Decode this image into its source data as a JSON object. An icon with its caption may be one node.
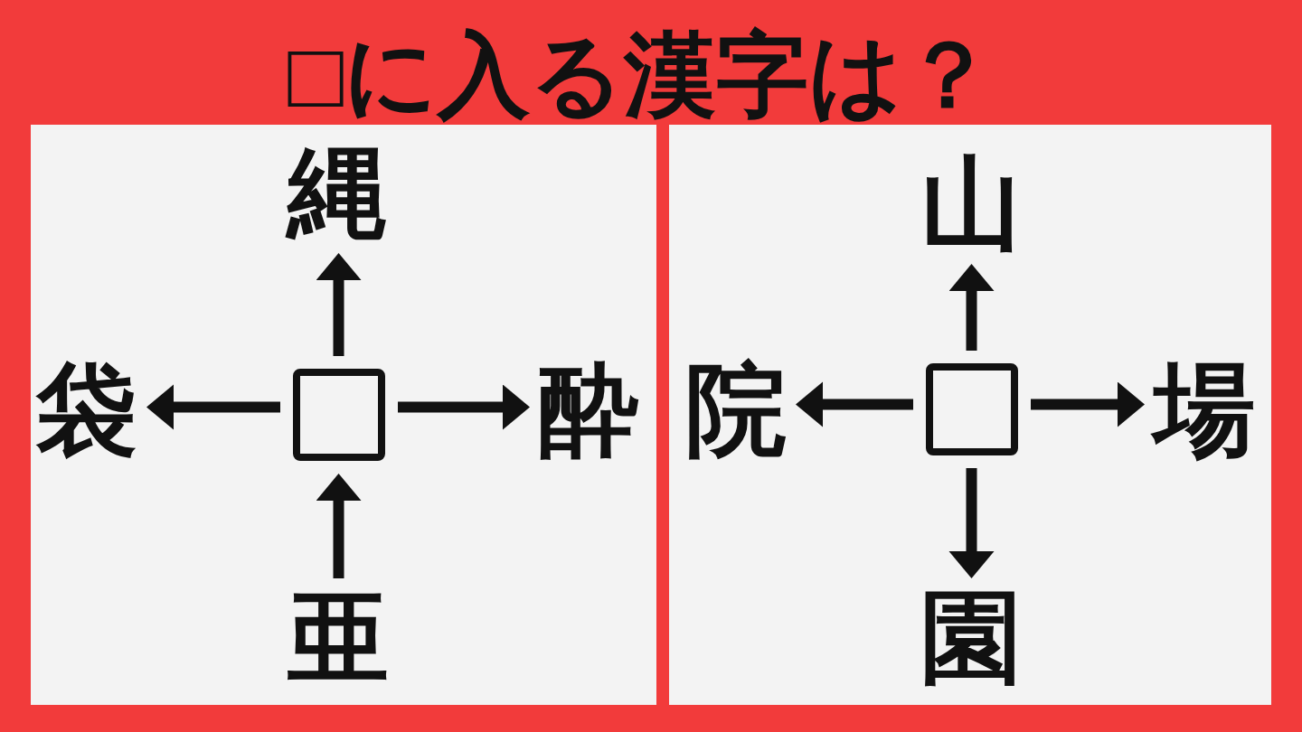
{
  "diagram": {
    "title": "□に入る漢字は？",
    "nodes": [
      {
        "text": [],
        "shape": "box"
      },
      {
        "text": [],
        "shape": "box",
        "in": 0
      },
      {
        "text": [
          "縄"
        ],
        "in": 0
      },
      {
        "text": [
          "袋"
        ],
        "in": 0
      },
      {
        "text": [
          "酔"
        ],
        "in": 0
      },
      {
        "text": [
          "亜"
        ],
        "in": 0
      },
      {
        "text": [],
        "shape": "box"
      },
      {
        "text": [],
        "shape": "box",
        "in": 6
      },
      {
        "text": [
          "山"
        ],
        "in": 6
      },
      {
        "text": [
          "院"
        ],
        "in": 6
      },
      {
        "text": [
          "場"
        ],
        "in": 6
      },
      {
        "text": [
          "園"
        ],
        "in": 6
      }
    ],
    "edges": [
      {
        "from": 1,
        "to": 2,
        "arrow": "to"
      },
      {
        "from": 1,
        "to": 3,
        "arrow": "to"
      },
      {
        "from": 1,
        "to": 4,
        "arrow": "to"
      },
      {
        "from": 5,
        "to": 1,
        "arrow": "to"
      },
      {
        "from": 7,
        "to": 8,
        "arrow": "to"
      },
      {
        "from": 7,
        "to": 9,
        "arrow": "to"
      },
      {
        "from": 7,
        "to": 10,
        "arrow": "to"
      },
      {
        "from": 7,
        "to": 11,
        "arrow": "to"
      }
    ]
  }
}
